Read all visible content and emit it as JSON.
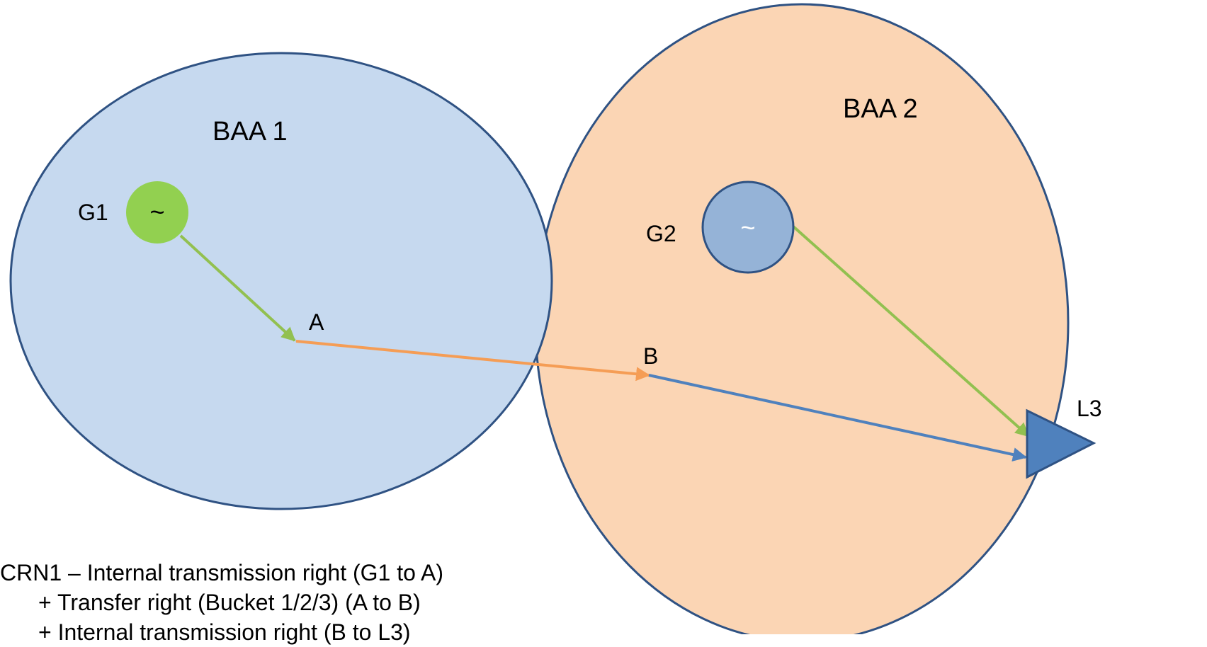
{
  "regions": {
    "baa1": {
      "label": "BAA 1"
    },
    "baa2": {
      "label": "BAA 2"
    }
  },
  "nodes": {
    "g1": {
      "label": "G1",
      "symbol": "~"
    },
    "g2": {
      "label": "G2",
      "symbol": "~"
    },
    "a": {
      "label": "A"
    },
    "b": {
      "label": "B"
    },
    "l3": {
      "label": "L3"
    }
  },
  "caption": {
    "line1": "CRN1 – Internal transmission right (G1 to A)",
    "line2": "+ Transfer right (Bucket 1/2/3) (A to B)",
    "line3": "+ Internal transmission right (B to L3)"
  },
  "colors": {
    "baa1_fill": "#c6d9ef",
    "baa2_fill": "#fbd5b4",
    "outline": "#2f5283",
    "g1_fill": "#92d050",
    "g2_fill": "#95b3d7",
    "load_fill": "#4f81bd",
    "green_arrow": "#92c050",
    "orange_arrow": "#f59d55",
    "blue_arrow": "#4f81bd"
  }
}
